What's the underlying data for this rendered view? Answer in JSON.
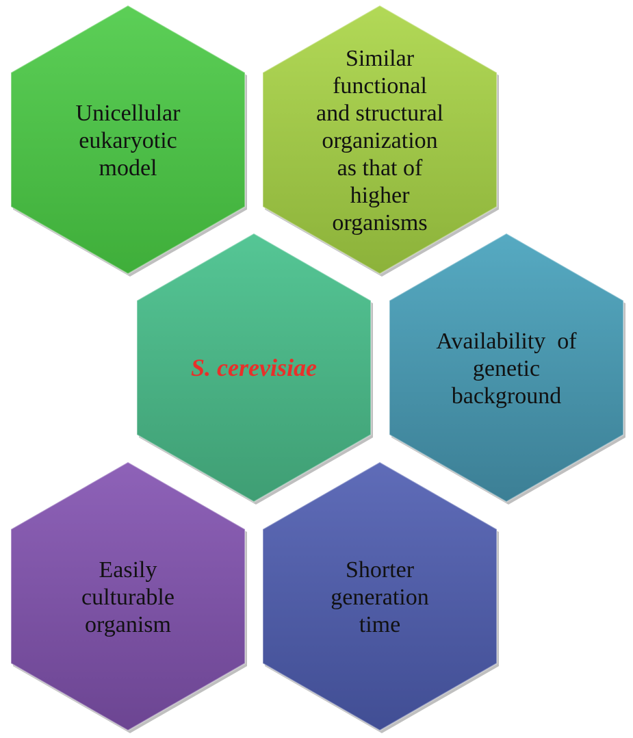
{
  "diagram": {
    "hexagons": [
      {
        "id": "hex-unicellular",
        "lines": [
          "Unicellular",
          "eukaryotic",
          "model"
        ],
        "color_top": "#5ccf57",
        "color_bottom": "#3fae3a",
        "italic": false
      },
      {
        "id": "hex-similar-organization",
        "lines": [
          "Similar",
          "functional",
          "and structural",
          "organization",
          "as that of",
          "higher",
          "organisms"
        ],
        "color_top": "#b2d957",
        "color_bottom": "#8cb23a",
        "italic": false
      },
      {
        "id": "hex-s-cerevisiae",
        "lines": [
          "S. cerevisiae"
        ],
        "color_top": "#55c695",
        "color_bottom": "#3f9e74",
        "text_color": "#e8302a",
        "italic": true
      },
      {
        "id": "hex-genetic-background",
        "lines": [
          "Availability  of",
          "genetic",
          "background"
        ],
        "color_top": "#56aac2",
        "color_bottom": "#3c7f95",
        "italic": false
      },
      {
        "id": "hex-easily-culturable",
        "lines": [
          "Easily",
          "culturable",
          "organism"
        ],
        "color_top": "#8e62b8",
        "color_bottom": "#6c4592",
        "italic": false
      },
      {
        "id": "hex-shorter-generation",
        "lines": [
          "Shorter",
          "generation",
          "time"
        ],
        "color_top": "#5f6cb8",
        "color_bottom": "#414e94",
        "italic": false
      }
    ]
  }
}
